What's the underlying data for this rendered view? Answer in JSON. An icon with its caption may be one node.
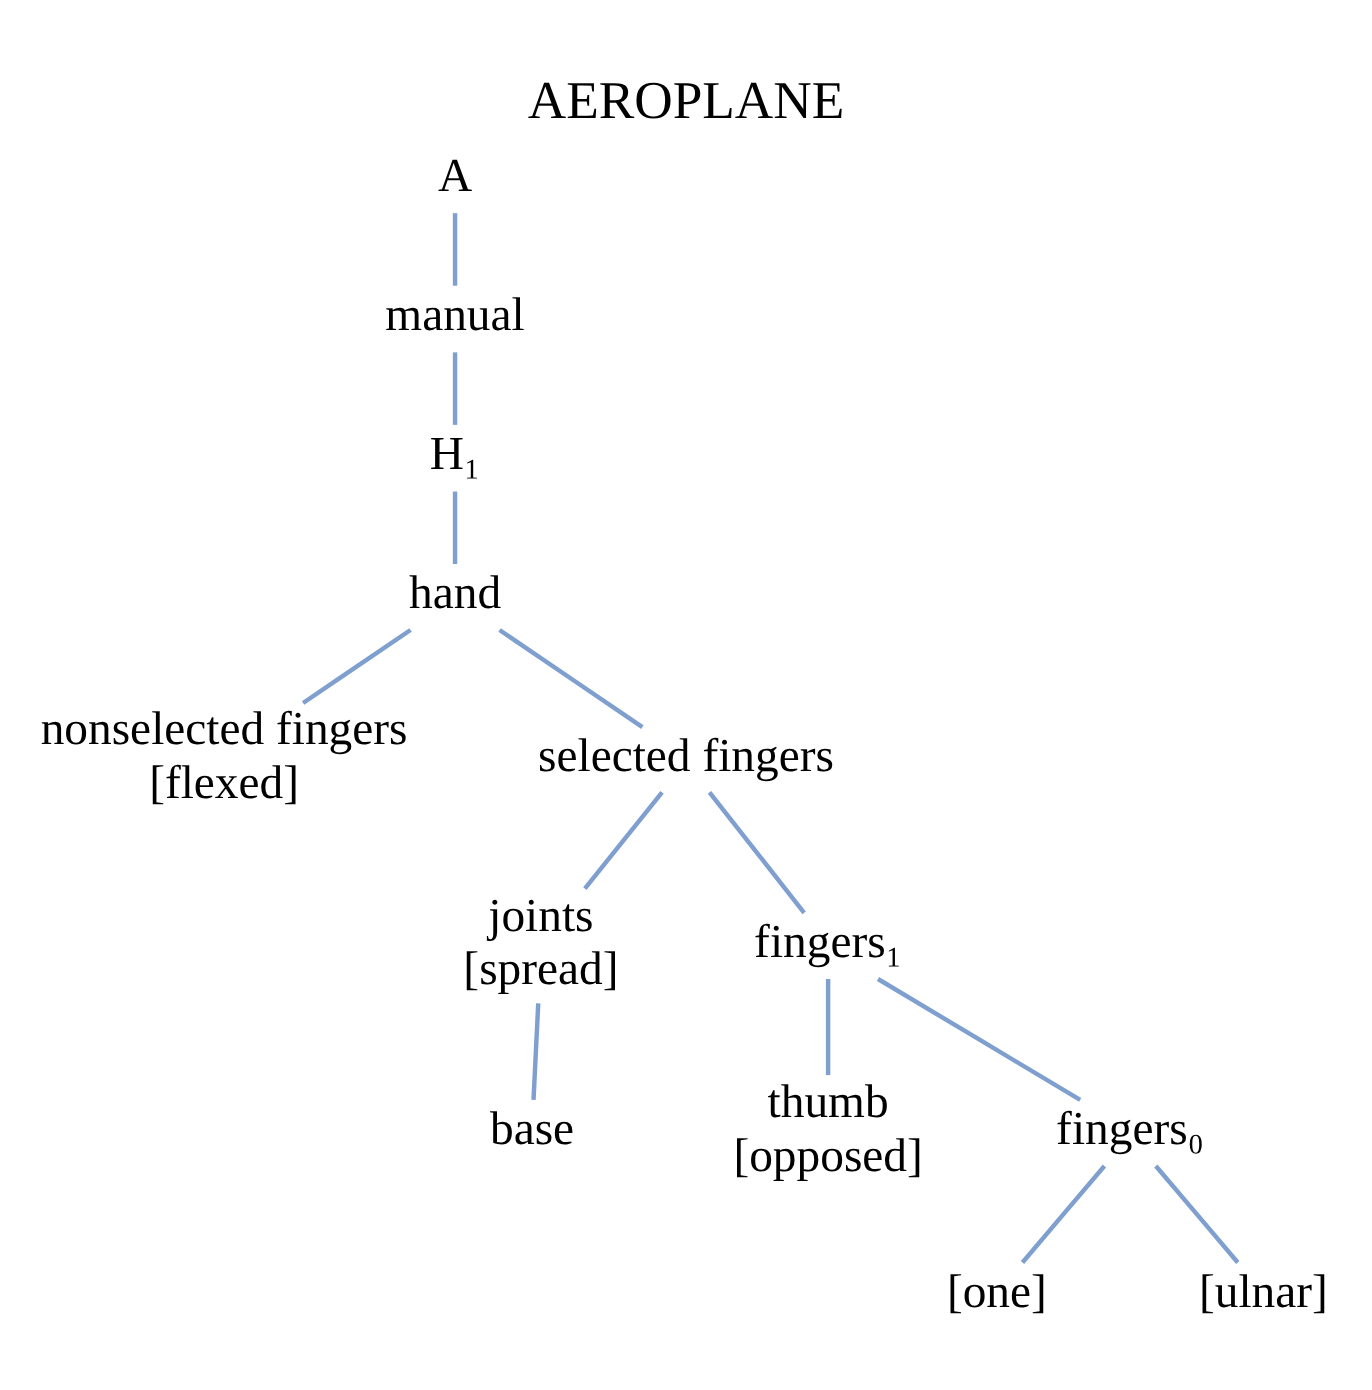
{
  "diagram": {
    "title": "AEROPLANE",
    "nodes": [
      {
        "text": [
          "A"
        ]
      },
      {
        "text": [
          "manual"
        ]
      },
      {
        "text": [
          "H₁"
        ]
      },
      {
        "text": [
          "hand"
        ]
      },
      {
        "text": [
          "nonselected fingers",
          "[flexed]"
        ]
      },
      {
        "text": [
          "selected fingers"
        ]
      },
      {
        "text": [
          "joints",
          "[spread]"
        ]
      },
      {
        "text": [
          "fingers₁"
        ]
      },
      {
        "text": [
          "base"
        ]
      },
      {
        "text": [
          "thumb",
          "[opposed]"
        ]
      },
      {
        "text": [
          "fingers₀"
        ]
      },
      {
        "text": [
          "[one]"
        ]
      },
      {
        "text": [
          "[ulnar]"
        ]
      }
    ],
    "edges": [
      {
        "from": 0,
        "to": 1,
        "arrow": "none"
      },
      {
        "from": 1,
        "to": 2,
        "arrow": "none"
      },
      {
        "from": 2,
        "to": 3,
        "arrow": "none"
      },
      {
        "from": 3,
        "to": 4,
        "arrow": "none"
      },
      {
        "from": 3,
        "to": 5,
        "arrow": "none"
      },
      {
        "from": 5,
        "to": 6,
        "arrow": "none"
      },
      {
        "from": 5,
        "to": 7,
        "arrow": "none"
      },
      {
        "from": 6,
        "to": 8,
        "arrow": "none"
      },
      {
        "from": 7,
        "to": 9,
        "arrow": "none"
      },
      {
        "from": 7,
        "to": 10,
        "arrow": "none"
      },
      {
        "from": 10,
        "to": 11,
        "arrow": "none"
      },
      {
        "from": 10,
        "to": 12,
        "arrow": "none"
      }
    ]
  }
}
